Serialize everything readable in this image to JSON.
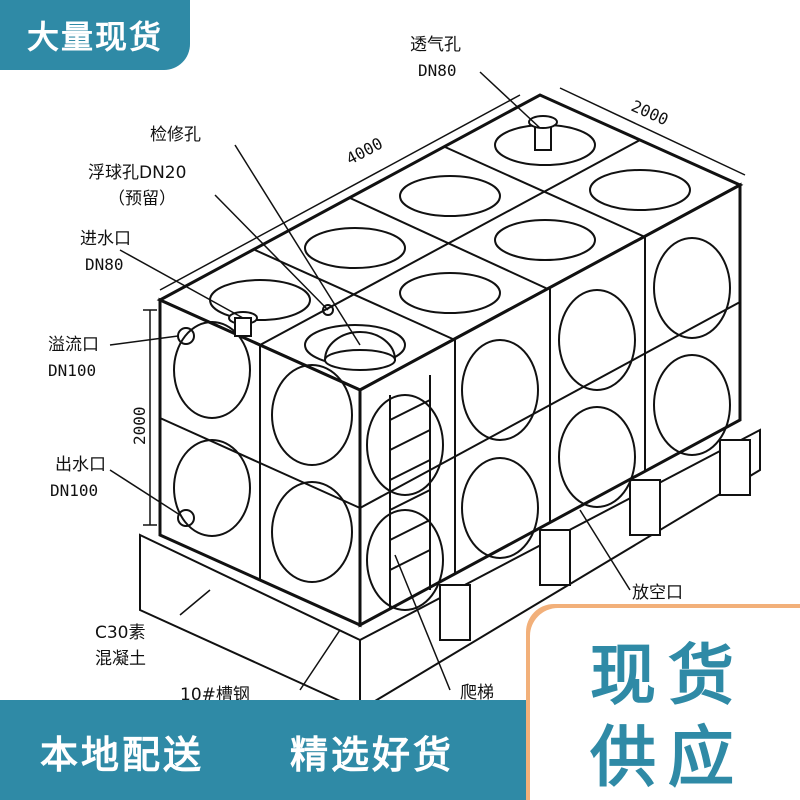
{
  "badge": {
    "text": "大量现货"
  },
  "labels": {
    "vent": "透气孔",
    "vent_dn": "DN80",
    "dim_2000_top": "2000",
    "dim_4000": "4000",
    "manhole": "检修孔",
    "float": "浮球孔DN20",
    "float_note": "（预留）",
    "inlet": "进水口",
    "inlet_dn": "DN80",
    "overflow": "溢流口",
    "overflow_dn": "DN100",
    "dim_2000_left": "2000",
    "outlet": "出水口",
    "outlet_dn": "DN100",
    "drain": "放空口",
    "concrete_1": "C30素",
    "concrete_2": "混凝土",
    "steel": "10#槽钢",
    "ladder": "爬梯"
  },
  "bottom_bar": {
    "left": "本地配送",
    "right": "精选好货"
  },
  "corner": {
    "line1": "现货",
    "line2": "供应"
  },
  "colors": {
    "teal": "#2f8aa6",
    "orange": "#f2b07a"
  }
}
